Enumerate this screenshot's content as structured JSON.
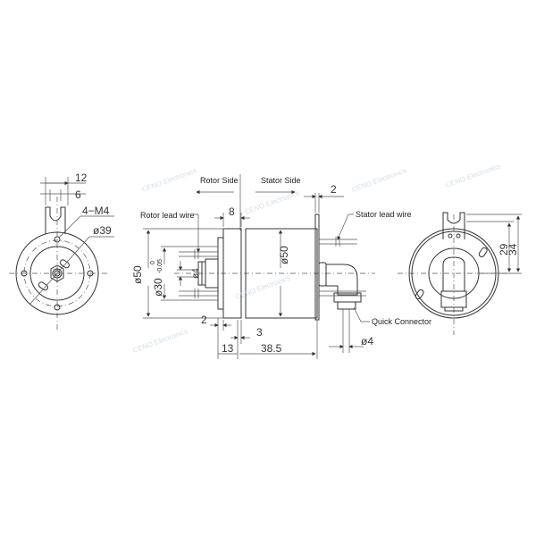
{
  "drawing": {
    "watermark": "CENO Electronics",
    "front_view": {
      "dim_12": "12",
      "dim_6": "6",
      "dim_thread": "4−M4",
      "dim_pcd": "ø39"
    },
    "side_view": {
      "rotor_side": "Rotor Side",
      "stator_side": "Stator Side",
      "rotor_lead_wire": "Rotor lead wire",
      "stator_lead_wire": "Stator lead wire",
      "quick_connector": "Quick Connector",
      "dim_8": "8",
      "dim_2_top": "2",
      "dim_phi50_left": "ø50",
      "dim_phi30": "ø30",
      "dim_phi30_tol_upper": "0",
      "dim_phi30_tol_lower": "-0.05",
      "dim_phi4_shaft": "ø4",
      "dim_phi50_body": "ø50",
      "dim_2_bottom": "2",
      "dim_3": "3",
      "dim_13": "13",
      "dim_38_5": "38.5",
      "dim_phi4_connector": "ø4"
    },
    "rear_view": {
      "dim_29": "29",
      "dim_34": "34"
    }
  }
}
